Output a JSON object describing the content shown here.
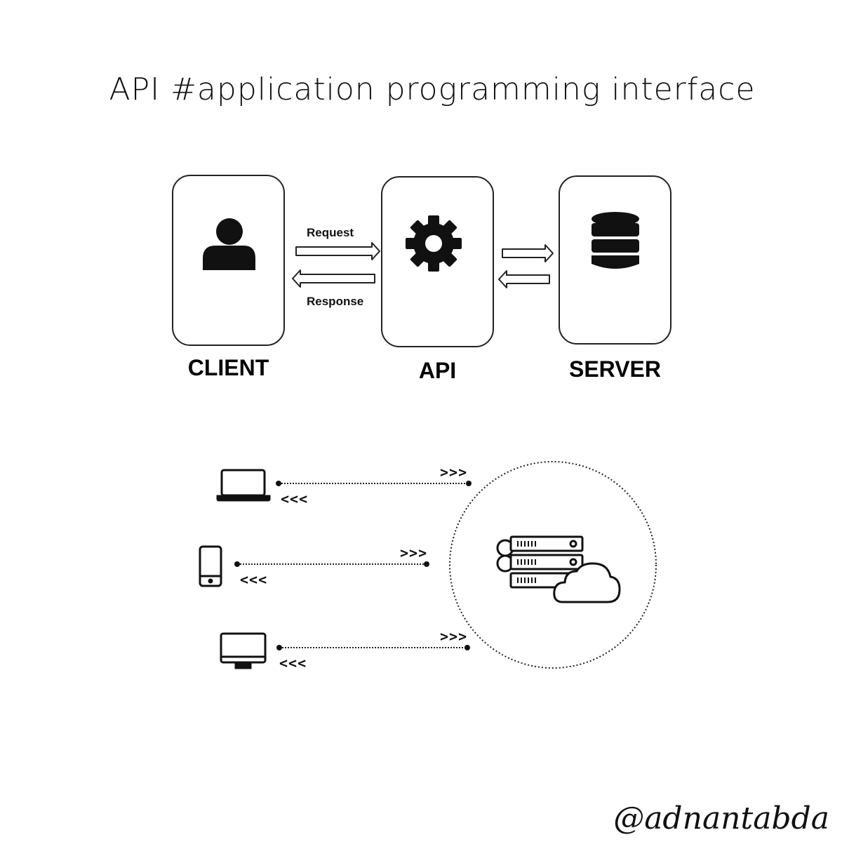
{
  "title": "API #application programming interface",
  "top_diagram": {
    "nodes": [
      {
        "id": "client",
        "label": "CLIENT",
        "icon": "person-icon"
      },
      {
        "id": "api",
        "label": "API",
        "icon": "gear-icon"
      },
      {
        "id": "server",
        "label": "SERVER",
        "icon": "database-icon"
      }
    ],
    "request_label": "Request",
    "response_label": "Response"
  },
  "bottom_diagram": {
    "devices": [
      {
        "icon": "laptop-icon",
        "forward": ">>>",
        "back": "<<<"
      },
      {
        "icon": "smartphone-icon",
        "forward": ">>>",
        "back": "<<<"
      },
      {
        "icon": "desktop-monitor-icon",
        "forward": ">>>",
        "back": "<<<"
      }
    ],
    "hub_icons": [
      "server-rack-icon",
      "cloud-icon"
    ]
  },
  "watermark": "@adnantabda"
}
